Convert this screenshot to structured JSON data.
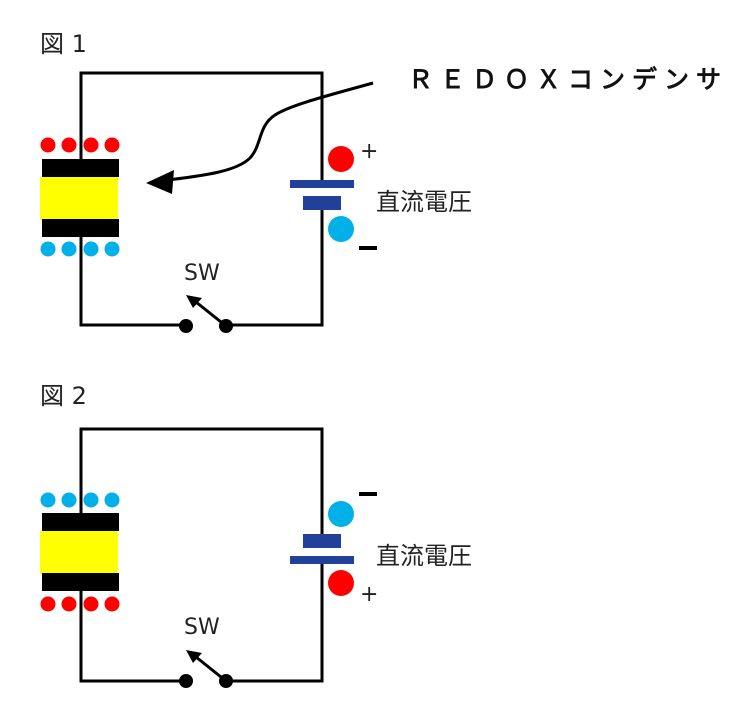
{
  "figures": [
    {
      "title": "図 1",
      "switch_label": "SW",
      "voltage_label": "直流電圧",
      "battery_top_sign": "+",
      "battery_bottom_sign": "−",
      "battery_polarity": "top-positive",
      "capacitor_top_charge": "positive",
      "capacitor_bottom_charge": "negative"
    },
    {
      "title": "図 2",
      "switch_label": "SW",
      "voltage_label": "直流電圧",
      "battery_top_sign": "−",
      "battery_bottom_sign": "+",
      "battery_polarity": "top-negative",
      "capacitor_top_charge": "negative",
      "capacitor_bottom_charge": "positive"
    }
  ],
  "callout": {
    "label": "ＲＥＤＯＸコンデンサ",
    "points_to": "capacitor"
  },
  "colors": {
    "positive_charge": "#ff0000",
    "negative_charge": "#00b0e8",
    "electrolyte": "#ffff00",
    "electrode": "#000000",
    "battery_plate": "#21409a",
    "wire": "#000000"
  }
}
